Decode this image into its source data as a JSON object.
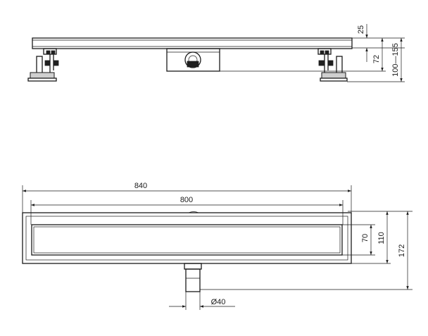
{
  "side_view": {
    "dim_grate_height": "25",
    "dim_body_height": "72",
    "dim_adjustable_height": "100—155"
  },
  "top_view": {
    "dim_total_length": "840",
    "dim_channel_length": "800",
    "dim_grate_width": "70",
    "dim_frame_width": "110",
    "dim_total_width": "172",
    "dim_outlet_diameter": "Ø40"
  }
}
